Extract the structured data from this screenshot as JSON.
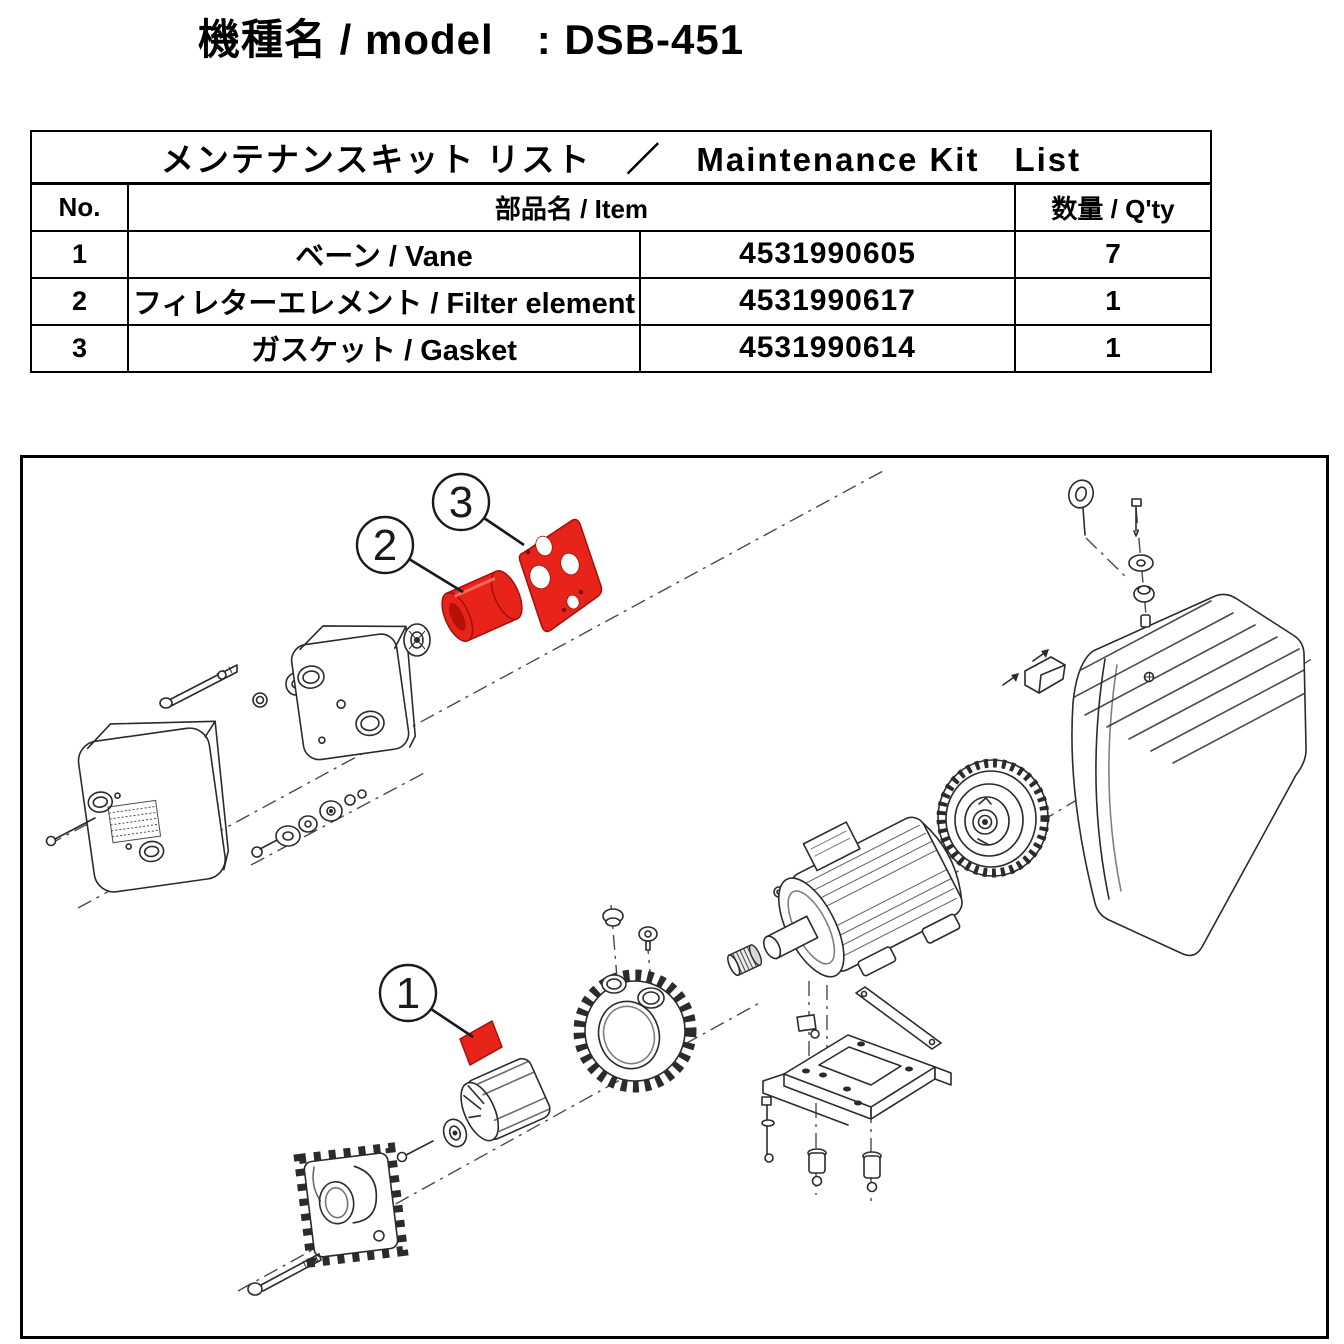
{
  "page": {
    "model_label": "機種名 / model　: DSB-451"
  },
  "table": {
    "title": "メンテナンスキット リスト　／　Maintenance Kit　List",
    "headers": {
      "no": "No.",
      "item": "部品名 / Item",
      "qty": "数量 / Q'ty"
    },
    "rows": [
      {
        "no": "1",
        "item": "ベーン / Vane",
        "part_no": "4531990605",
        "qty": "7"
      },
      {
        "no": "2",
        "item": "フィレターエレメント / Filter element",
        "part_no": "4531990617",
        "qty": "1"
      },
      {
        "no": "3",
        "item": "ガスケット / Gasket",
        "part_no": "4531990614",
        "qty": "1"
      }
    ]
  },
  "diagram": {
    "highlight_color": "#e8231a",
    "callouts": [
      {
        "label": "1"
      },
      {
        "label": "2"
      },
      {
        "label": "3"
      }
    ]
  }
}
